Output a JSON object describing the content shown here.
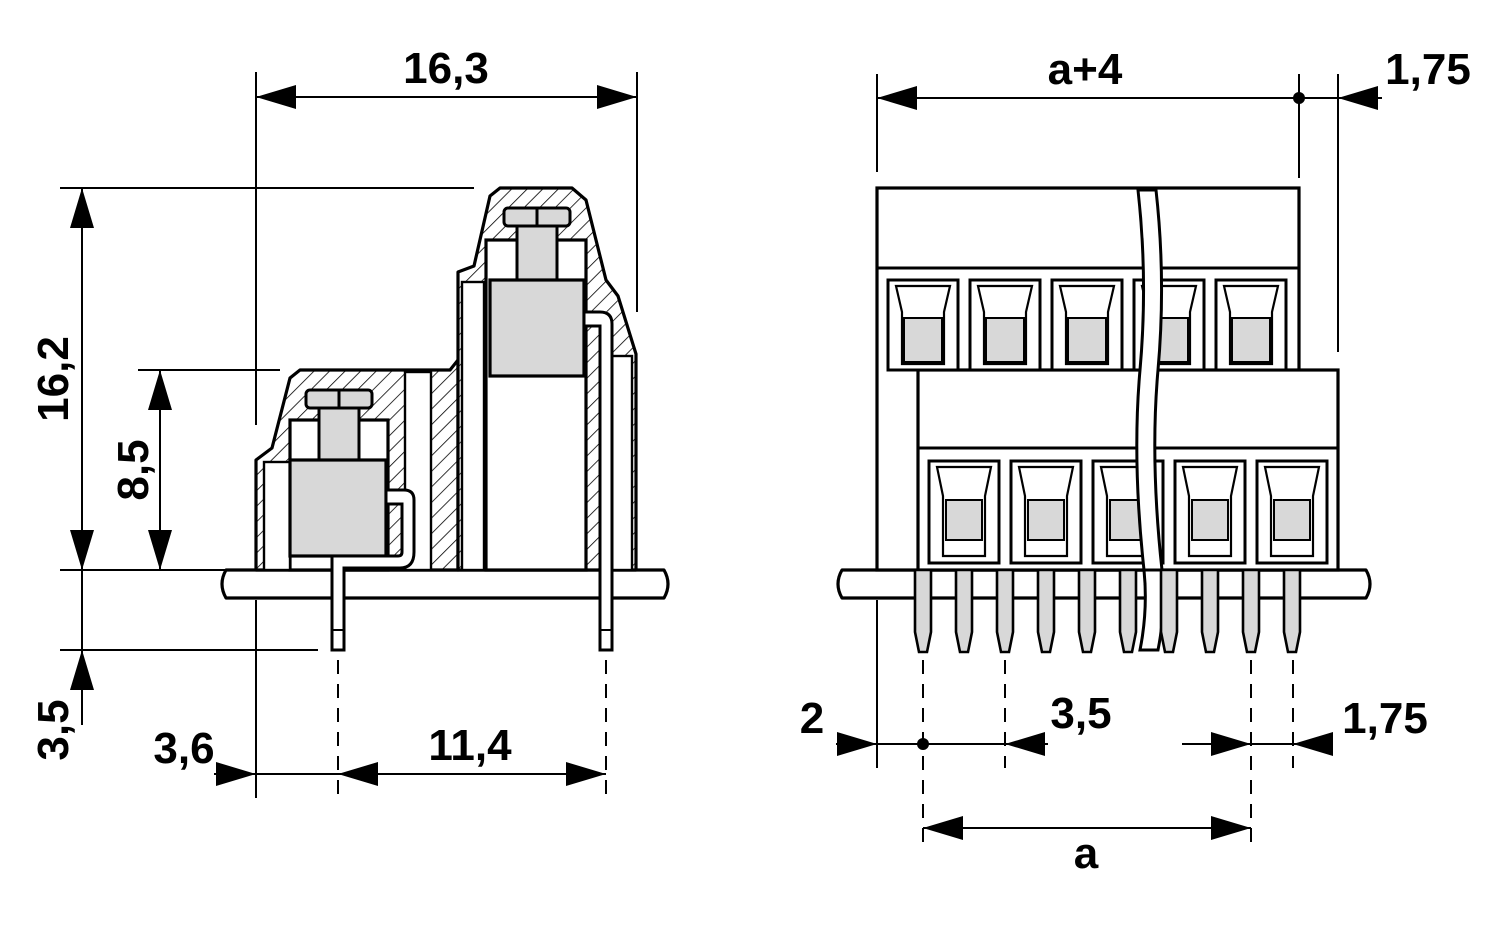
{
  "colors": {
    "line": "#000000",
    "component_fill": "#d8d8d8",
    "background": "#ffffff"
  },
  "side_view": {
    "total_width": "16,3",
    "total_height": "16,2",
    "lower_height": "8,5",
    "pin_length": "3,5",
    "pin_offset": "3,6",
    "pin_spacing": "11,4"
  },
  "front_view": {
    "overall_width": "a+4",
    "right_edge_offset": "1,75",
    "left_edge_offset": "2",
    "pitch": "3,5",
    "end_offset": "1,75",
    "pin_span": "a"
  }
}
